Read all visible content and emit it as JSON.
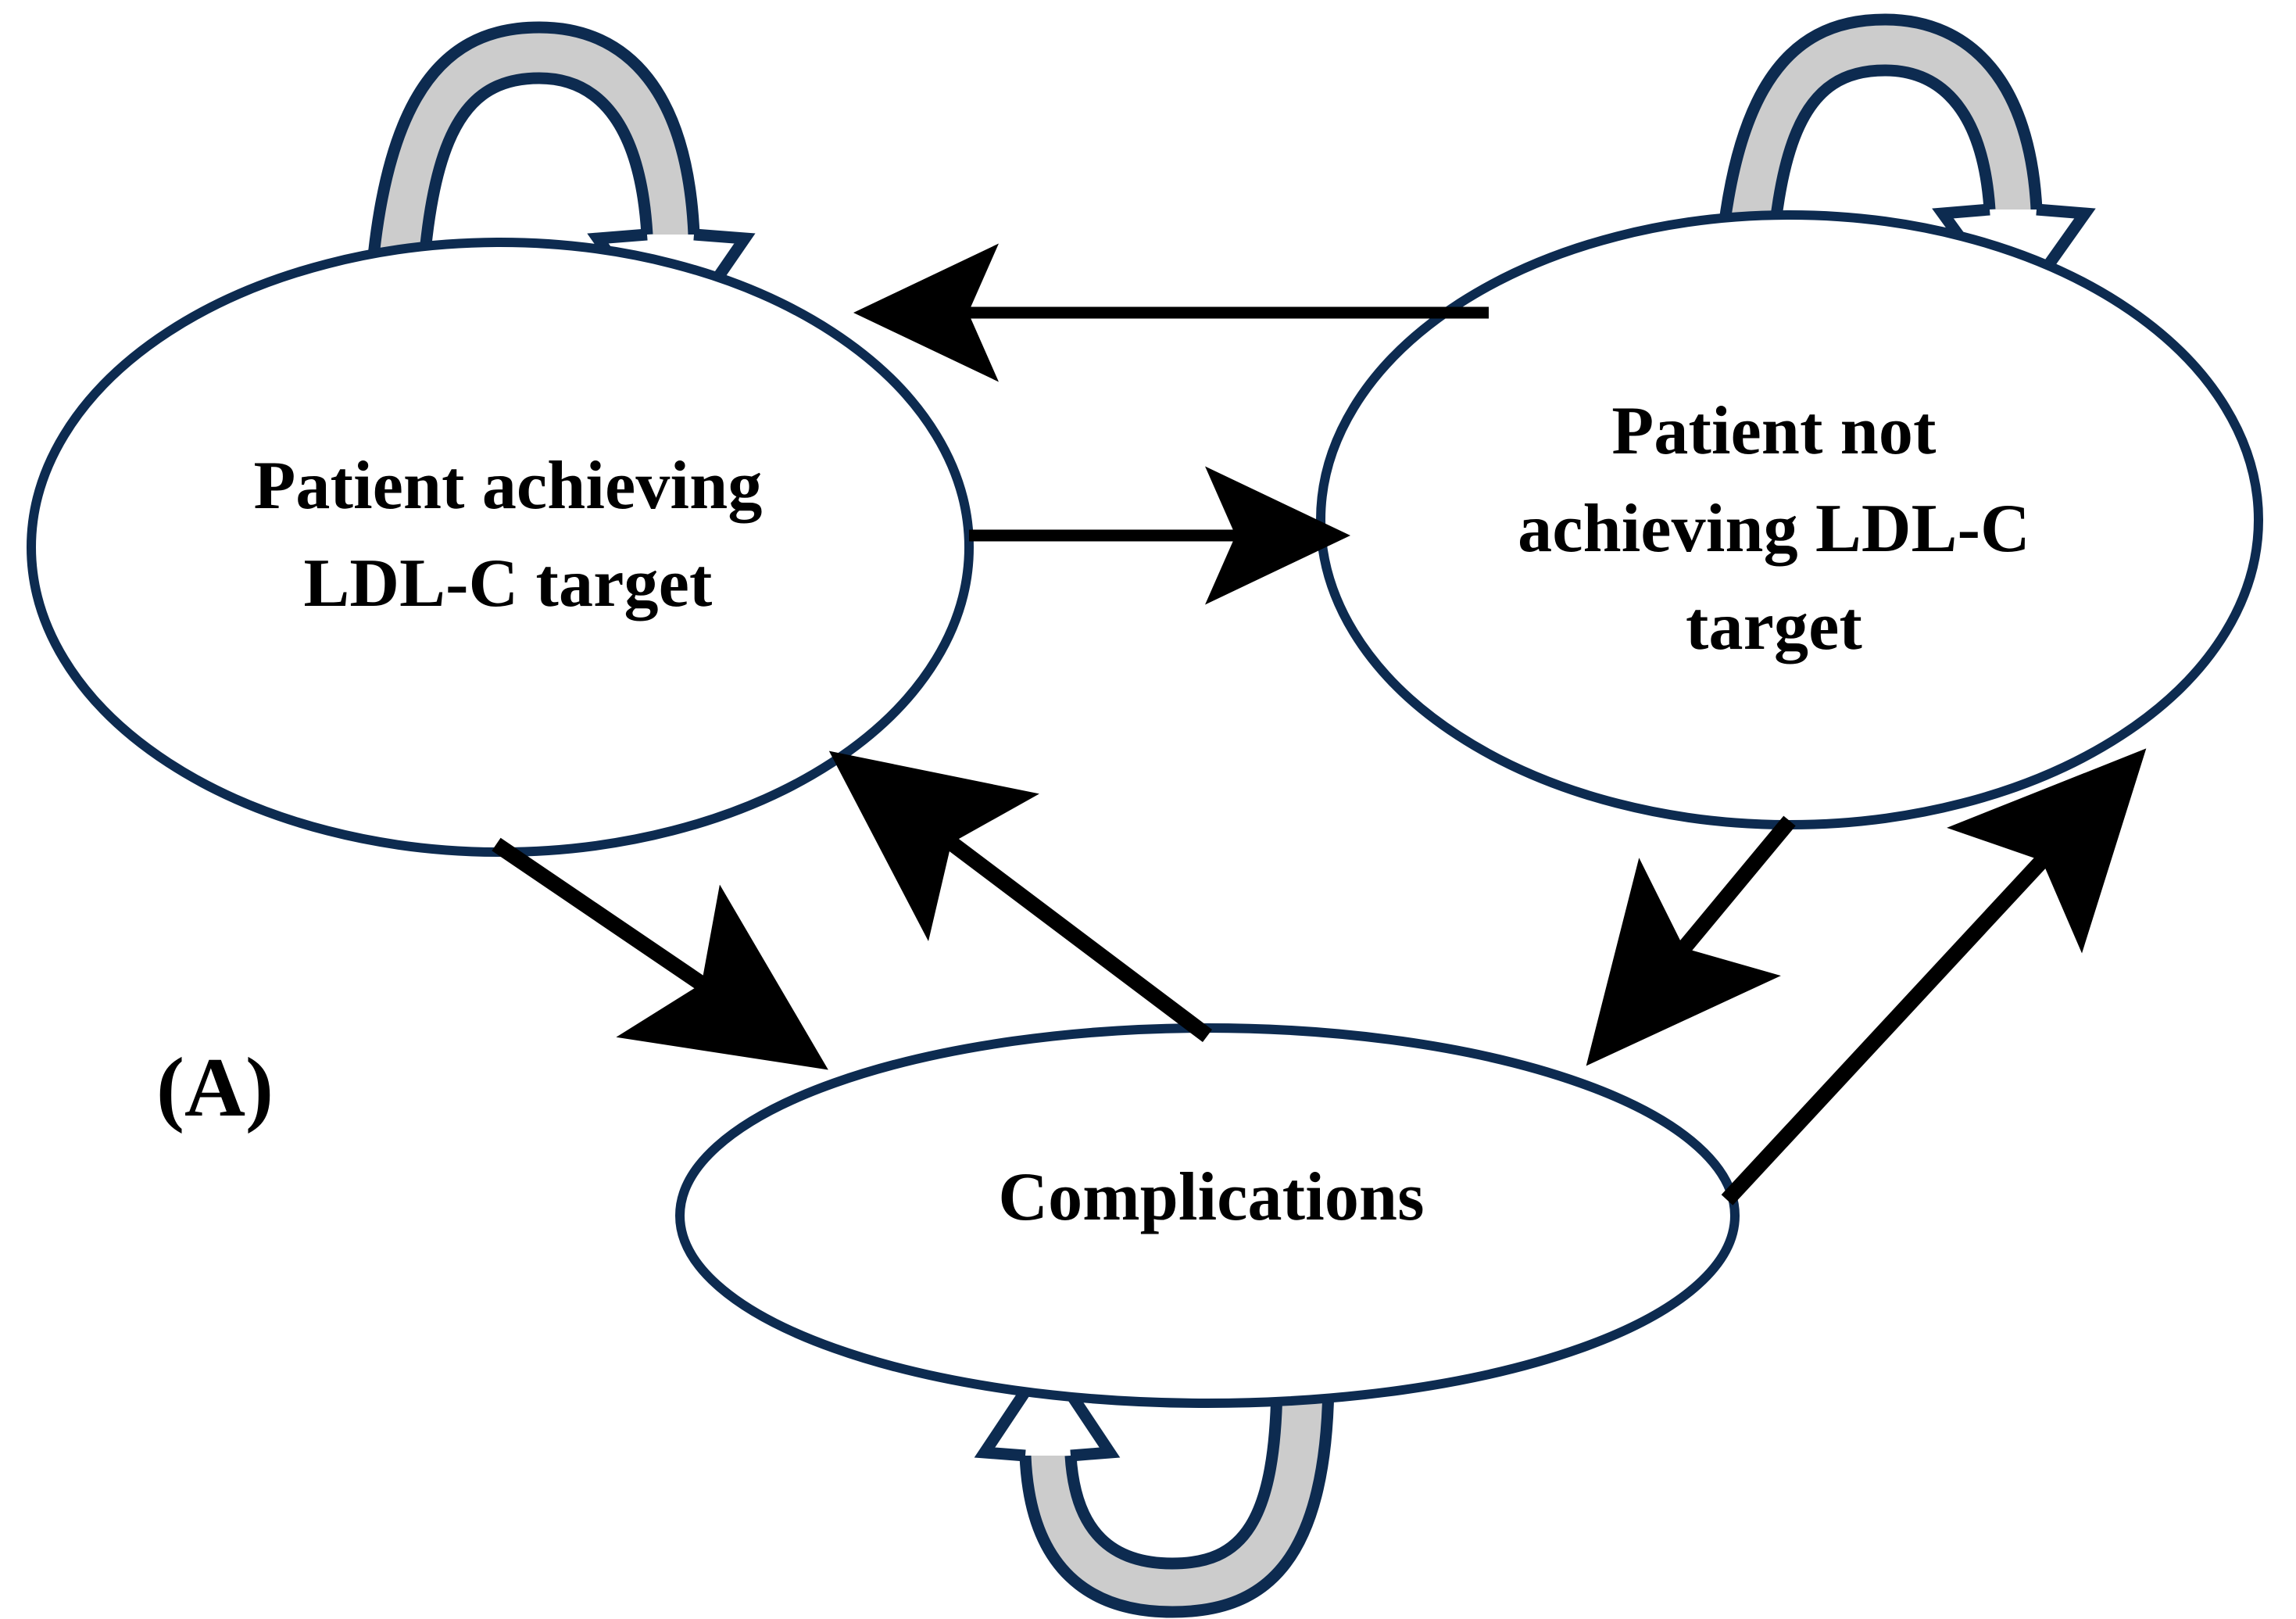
{
  "figure": {
    "panel_label": "(A)",
    "type": "markov-state-transition-diagram",
    "colors": {
      "node_stroke": "#0d2b50",
      "node_fill": "#ffffff",
      "transition_arrow": "#000000",
      "self_loop_stroke": "#0d2b50",
      "self_loop_shade": "#cccccc",
      "text": "#000000",
      "background": "#ffffff"
    }
  },
  "nodes": [
    {
      "id": "achieving",
      "label": "Patient achieving\nLDL-C target",
      "position": "top-left"
    },
    {
      "id": "not-achieving",
      "label": "Patient not\nachieving LDL-C\ntarget",
      "position": "top-right"
    },
    {
      "id": "complications",
      "label": "Complications",
      "position": "bottom-center"
    }
  ],
  "edges": [
    {
      "id": "achieving-self",
      "from": "achieving",
      "to": "achieving",
      "style": "self-loop"
    },
    {
      "id": "not-achieving-self",
      "from": "not-achieving",
      "to": "not-achieving",
      "style": "self-loop"
    },
    {
      "id": "complications-self",
      "from": "complications",
      "to": "complications",
      "style": "self-loop"
    },
    {
      "id": "not-achieving-to-achieving",
      "from": "not-achieving",
      "to": "achieving",
      "style": "straight"
    },
    {
      "id": "achieving-to-not-achieving",
      "from": "achieving",
      "to": "not-achieving",
      "style": "straight"
    },
    {
      "id": "achieving-to-complications",
      "from": "achieving",
      "to": "complications",
      "style": "straight"
    },
    {
      "id": "complications-to-achieving",
      "from": "complications",
      "to": "achieving",
      "style": "straight"
    },
    {
      "id": "not-achieving-to-complications",
      "from": "not-achieving",
      "to": "complications",
      "style": "straight"
    },
    {
      "id": "complications-to-not-achieving",
      "from": "complications",
      "to": "not-achieving",
      "style": "straight"
    }
  ]
}
